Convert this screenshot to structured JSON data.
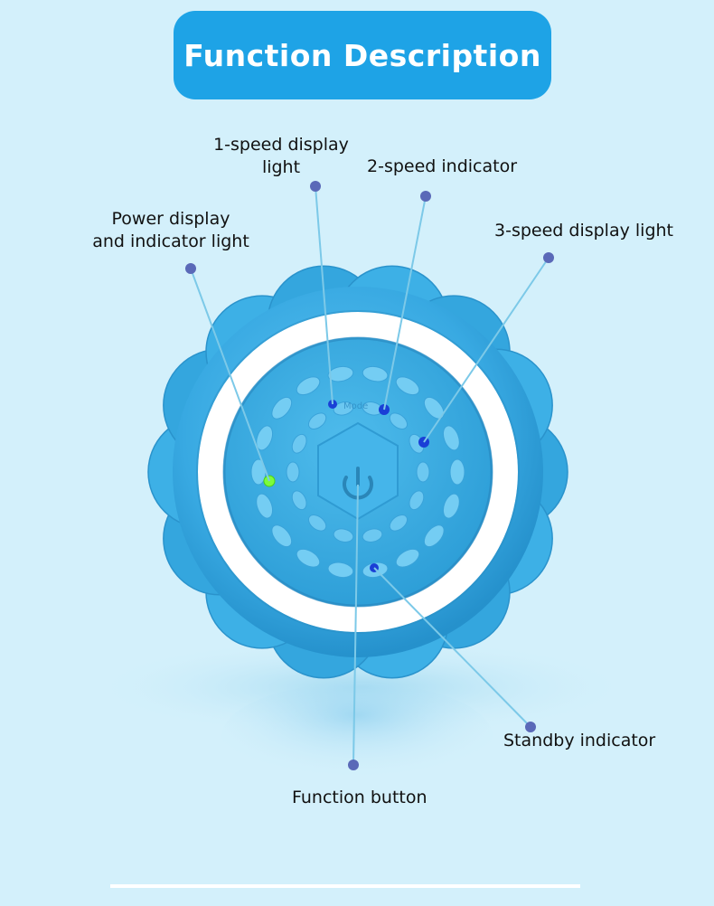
{
  "banner": {
    "title": "Function Description"
  },
  "device": {
    "mode_marking": "Mode"
  },
  "callouts": {
    "power": {
      "line1": "Power display",
      "line2": "and indicator light"
    },
    "speed1": {
      "line1": "1-speed display",
      "line2": "light"
    },
    "speed2": {
      "text": "2-speed indicator"
    },
    "speed3": {
      "text": "3-speed display light"
    },
    "standby": {
      "text": "Standby indicator"
    },
    "function": {
      "text": "Function button"
    }
  },
  "colors": {
    "background": "#d3f0fb",
    "banner": "#1ea3e6",
    "device_blue": "#3aaee6",
    "ring": "#ffffff",
    "dot": "#5a69b8",
    "power_led": "#7cfc3a",
    "speed_led": "#1a3fd6"
  }
}
